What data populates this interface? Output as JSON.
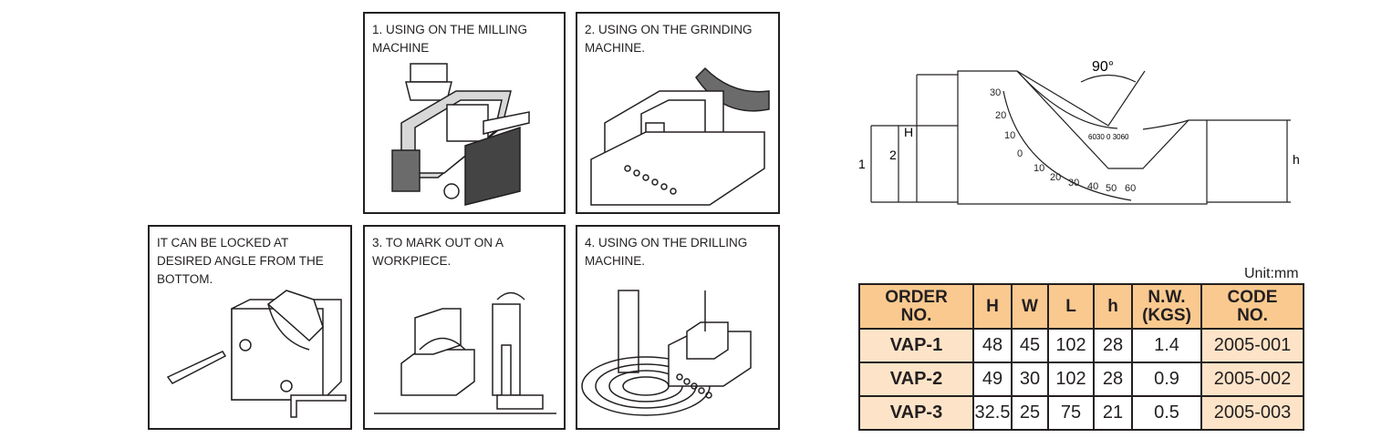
{
  "panels": [
    {
      "id": "milling",
      "caption": "1. USING ON THE MILLING\n    MACHINE"
    },
    {
      "id": "grinding",
      "caption": "2. USING ON THE GRINDING\n    MACHINE."
    },
    {
      "id": "locked",
      "caption": "IT CAN BE LOCKED AT\nDESIRED ANGLE FROM THE\nBOTTOM."
    },
    {
      "id": "mark-out",
      "caption": "3. TO MARK OUT ON A\n    WORKPIECE."
    },
    {
      "id": "drilling",
      "caption": "4. USING ON THE DRILLING\n    MACHINE."
    }
  ],
  "diagram": {
    "angle_label": "90°",
    "dim_labels": {
      "h_upper": "H",
      "h_lower": "h",
      "one": "1",
      "two": "2"
    },
    "scale_left": [
      "30",
      "20",
      "10",
      "0",
      "10",
      "20",
      "30",
      "40",
      "50",
      "60"
    ],
    "scale_inner": "6030 0 3060"
  },
  "table": {
    "unit": "Unit:mm",
    "headers": [
      "ORDER\nNO.",
      "H",
      "W",
      "L",
      "h",
      "N.W.\n(KGS)",
      "CODE\nNO."
    ],
    "rows": [
      {
        "order": "VAP-1",
        "H": "48",
        "W": "45",
        "L": "102",
        "h": "28",
        "nw": "1.4",
        "code": "2005-001"
      },
      {
        "order": "VAP-2",
        "H": "49",
        "W": "30",
        "L": "102",
        "h": "28",
        "nw": "0.9",
        "code": "2005-002"
      },
      {
        "order": "VAP-3",
        "H": "32.5",
        "W": "25",
        "L": "75",
        "h": "21",
        "nw": "0.5",
        "code": "2005-003"
      }
    ]
  },
  "colors": {
    "header_fill": "#f9c98f",
    "cell_fill": "#fde4c8",
    "line": "#231f20"
  }
}
